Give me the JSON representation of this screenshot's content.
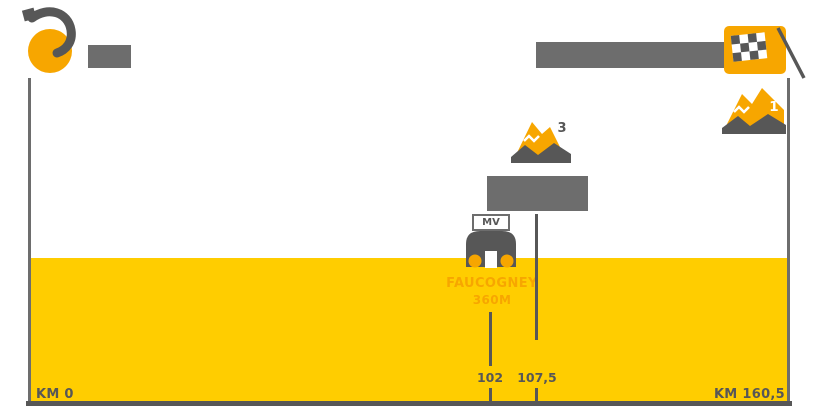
{
  "colors": {
    "band_yellow": "#FFCD00",
    "accent_orange": "#F7A600",
    "box_gray": "#6D6D6D",
    "dark_gray": "#575757"
  },
  "axis": {
    "start_km": "KM 0",
    "end_km": "KM 160,5"
  },
  "markers": {
    "town": {
      "name": "FAUCOGNEY",
      "altitude": "360M",
      "km": "102"
    },
    "climb_cat3": {
      "category": "3",
      "km": "107,5"
    },
    "climb_cat1": {
      "category": "1"
    },
    "sprint": {
      "label": "MV"
    }
  },
  "icons": {
    "start": "cyclist-start-icon",
    "finish": "checkered-flag-icon",
    "climb": "mountain-icon",
    "sprint_vehicle": "car-icon"
  }
}
